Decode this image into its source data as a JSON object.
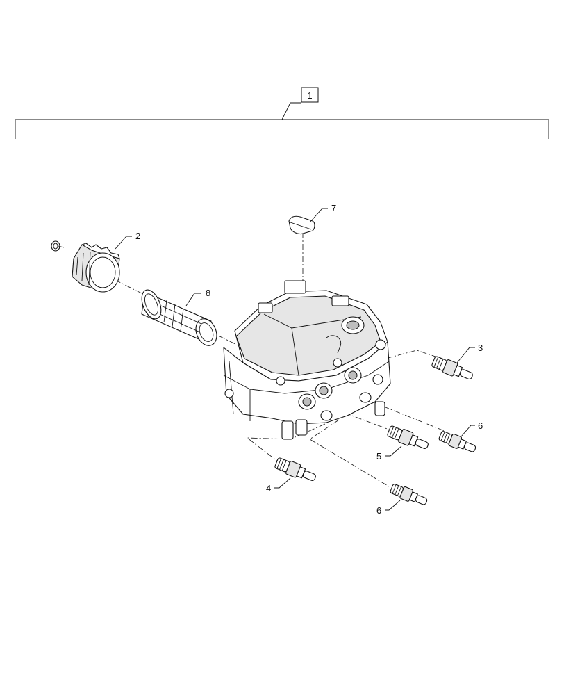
{
  "callouts": {
    "assembly": "1",
    "ring_nut": "2",
    "fitting_3": "3",
    "fitting_4": "4",
    "fitting_5": "5",
    "fitting_6_upper": "6",
    "fitting_6_lower": "6",
    "cap": "7",
    "filter": "8"
  }
}
